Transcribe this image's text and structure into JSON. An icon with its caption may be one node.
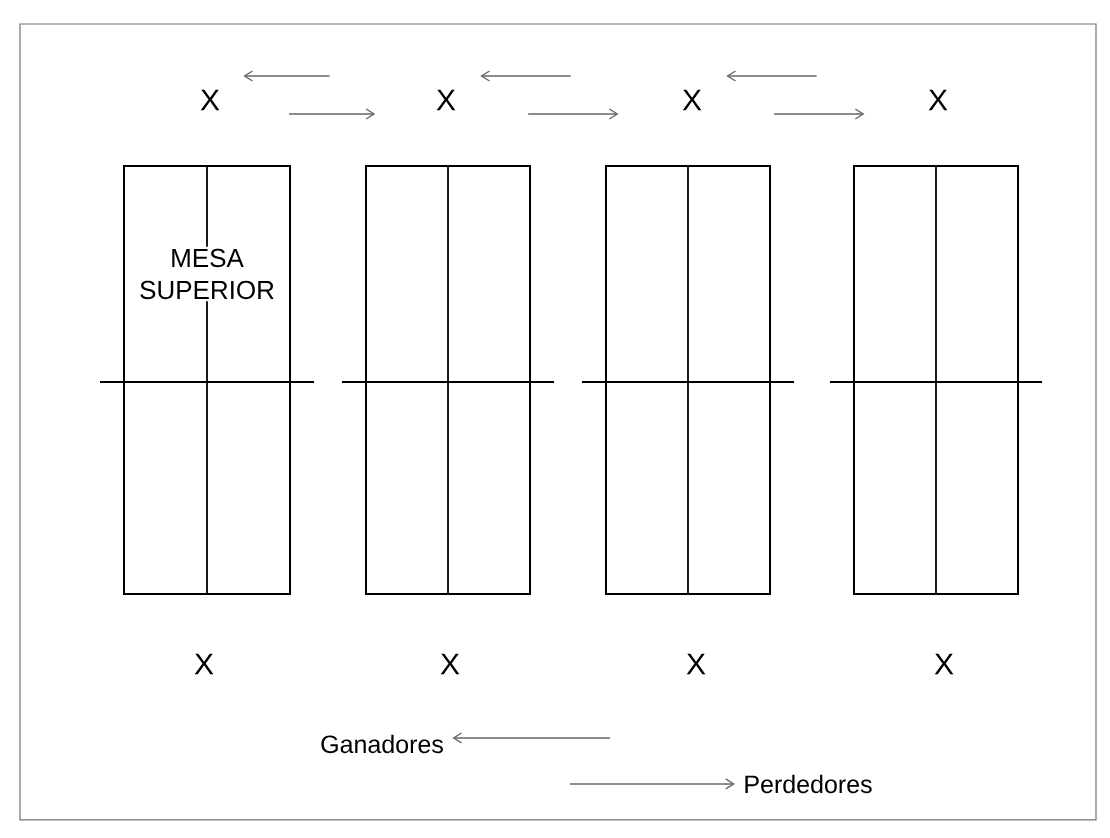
{
  "diagram": {
    "nodes": [
      {
        "text": [
          "X"
        ]
      },
      {
        "text": [
          "X"
        ]
      },
      {
        "text": [
          "X"
        ]
      },
      {
        "text": [
          "X"
        ]
      },
      {
        "text": [
          "MESA SUPERIOR"
        ]
      },
      {
        "text": [],
        "shape": "box"
      },
      {
        "text": [],
        "shape": "box"
      },
      {
        "text": [],
        "shape": "box"
      },
      {
        "text": [
          "Ganadores"
        ]
      },
      {
        "text": [
          "Perdedores"
        ]
      }
    ],
    "edges": [
      {
        "from": 1,
        "to": 0,
        "arrow": "to"
      },
      {
        "from": 0,
        "to": 1,
        "arrow": "to"
      },
      {
        "from": 2,
        "to": 1,
        "arrow": "to"
      },
      {
        "from": 1,
        "to": 2,
        "arrow": "to"
      },
      {
        "from": 3,
        "to": 2,
        "arrow": "to"
      },
      {
        "from": 2,
        "to": 3,
        "arrow": "to"
      },
      {
        "from": null,
        "to": 8,
        "arrow": "to"
      },
      {
        "from": null,
        "to": 9,
        "arrow": "to"
      }
    ],
    "labels": [
      "X",
      "X",
      "X",
      "X"
    ]
  }
}
